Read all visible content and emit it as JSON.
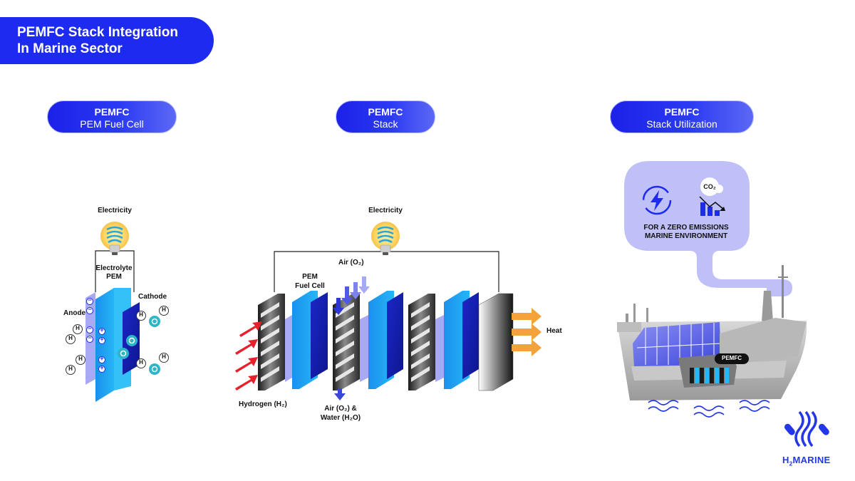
{
  "title": {
    "line1": "PEMFC Stack Integration",
    "line2": "In Marine Sector"
  },
  "panels": [
    {
      "heading": "PEMFC",
      "subheading": "PEM Fuel Cell"
    },
    {
      "heading": "PEMFC",
      "subheading": "Stack"
    },
    {
      "heading": "PEMFC",
      "subheading": "Stack Utilization"
    }
  ],
  "cell": {
    "electricity": "Electricity",
    "electrolyte_line1": "Electrolyte",
    "electrolyte_line2": "PEM",
    "anode": "Anode",
    "cathode": "Cathode",
    "hydrogen_symbol": "H",
    "oxygen_symbol": "O",
    "minus": "−",
    "plus": "+"
  },
  "stack": {
    "electricity": "Electricity",
    "air_in": "Air (O₂)",
    "pem_line1": "PEM",
    "pem_line2": "Fuel Cell",
    "heat": "Heat",
    "hydrogen": "Hydrogen (H₂)",
    "air_out_line1": "Air (O₂) &",
    "air_out_line2": "Water (H₂O)"
  },
  "utilization": {
    "co2": "CO₂",
    "bubble_line1": "FOR A ZERO EMISSIONS",
    "bubble_line2": "MARINE ENVIRONMENT",
    "ship_label": "PEMFC"
  },
  "brand": {
    "h": "H",
    "sub": "2",
    "rest": "MARINE"
  },
  "colors": {
    "primary_blue": "#1d2bf0",
    "cell_blue": "#1aa0f0",
    "teal": "#2cb5c7",
    "lavender": "#a9a8f5",
    "heat_orange": "#f3a33a",
    "hydrogen_red": "#e8202a",
    "bubble": "#bfc0f7"
  }
}
